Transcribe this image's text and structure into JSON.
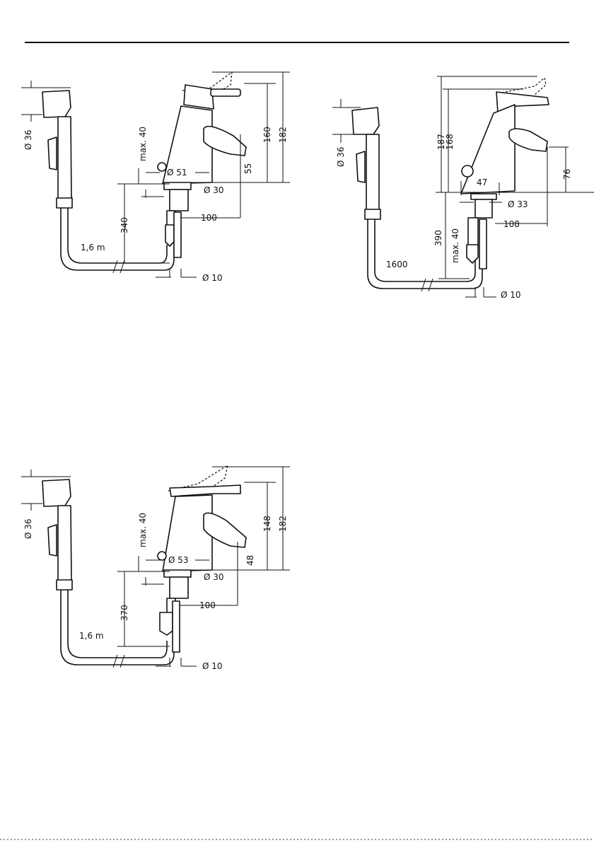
{
  "views": {
    "top_left": {
      "handshower_diameter": "Ø 36",
      "hose_length": "1,6 m",
      "max_thickness": "max. 40",
      "base_diameter": "Ø 51",
      "shank_diameter": "Ø 30",
      "spout_projection": "100",
      "below_counter": "340",
      "spout_height": "55",
      "height_1": "160",
      "height_2": "182",
      "pipe_diameter": "Ø 10"
    },
    "top_right": {
      "handshower_diameter": "Ø 36",
      "hose_length": "1600",
      "height_1": "187",
      "height_2": "168",
      "base_width": "47",
      "spout_height": "76",
      "shank_diameter": "Ø 33",
      "below_counter": "390",
      "max_thickness": "max. 40",
      "spout_projection": "108",
      "pipe_diameter": "Ø 10"
    },
    "bottom_left": {
      "handshower_diameter": "Ø 36",
      "hose_length": "1,6 m",
      "max_thickness": "max. 40",
      "base_diameter": "Ø 53",
      "shank_diameter": "Ø 30",
      "spout_projection": "100",
      "below_counter": "370",
      "spout_height": "48",
      "height_1": "148",
      "height_2": "182",
      "pipe_diameter": "Ø 10"
    }
  }
}
